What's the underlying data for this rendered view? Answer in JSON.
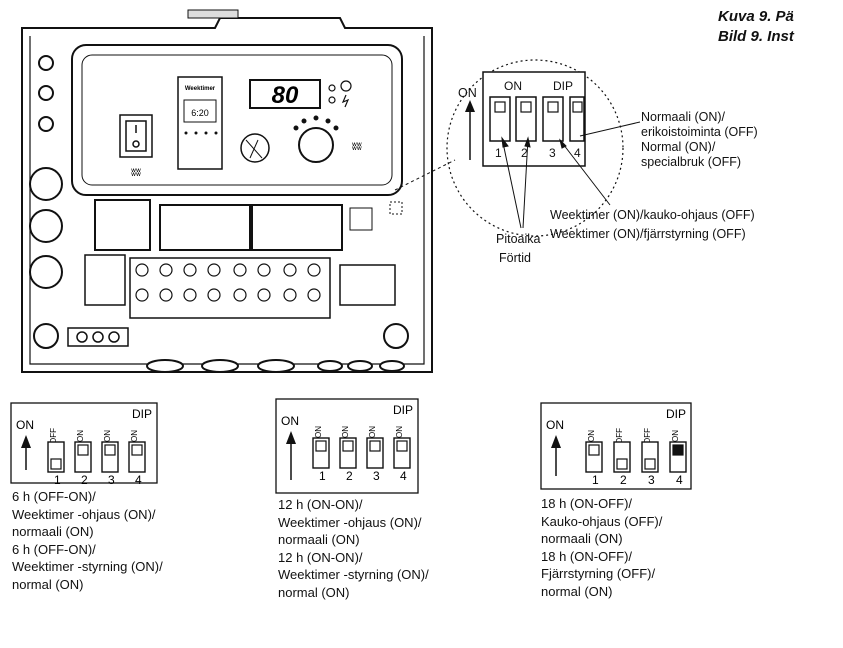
{
  "figure": {
    "title_fi": "Kuva 9.  Pä",
    "title_sv": "Bild 9.    Inst"
  },
  "device": {
    "timer_brand": "Weektimer",
    "timer_readout": "6:20",
    "display_digits": "80"
  },
  "zoom_switch": {
    "on_arrow_label": "ON",
    "on_label": "ON",
    "dip_label": "DIP",
    "numbers": [
      "1",
      "2",
      "3",
      "4"
    ]
  },
  "annotations": {
    "switch4_fi": [
      "Normaali (ON)/",
      "erikoistoiminta (OFF)"
    ],
    "switch4_sv": [
      "Normal (ON)/",
      "specialbruk (OFF)"
    ],
    "switch3_fi": "Weektimer (ON)/kauko-ohjaus (OFF)",
    "switch3_sv": "Weektimer (ON)/fjärrstyrning (OFF)",
    "switch12_fi": "Pitoaika",
    "switch12_sv": "Förtid"
  },
  "configs": [
    {
      "dip": "DIP",
      "on": "ON",
      "tops": [
        "OFF",
        "ON",
        "ON",
        "ON"
      ],
      "numbers": [
        "1",
        "2",
        "3",
        "4"
      ],
      "caption": [
        "6 h (OFF-ON)/",
        "Weektimer -ohjaus (ON)/",
        "normaali (ON)",
        "6 h (OFF-ON)/",
        "Weektimer -styrning (ON)/",
        "normal (ON)"
      ]
    },
    {
      "dip": "DIP",
      "on": "ON",
      "tops": [
        "ON",
        "ON",
        "ON",
        "ON"
      ],
      "numbers": [
        "1",
        "2",
        "3",
        "4"
      ],
      "caption": [
        "12 h (ON-ON)/",
        "Weektimer -ohjaus (ON)/",
        "normaali (ON)",
        "12 h (ON-ON)/",
        "Weektimer -styrning (ON)/",
        "normal (ON)"
      ]
    },
    {
      "dip": "DIP",
      "on": "ON",
      "tops": [
        "ON",
        "OFF",
        "OFF",
        "ON"
      ],
      "numbers": [
        "1",
        "2",
        "3",
        "4"
      ],
      "caption": [
        "18 h (ON-OFF)/",
        "Kauko-ohjaus (OFF)/",
        "normaali (ON)",
        "18 h (ON-OFF)/",
        "Fjärrstyrning (OFF)/",
        "normal (ON)"
      ]
    }
  ]
}
